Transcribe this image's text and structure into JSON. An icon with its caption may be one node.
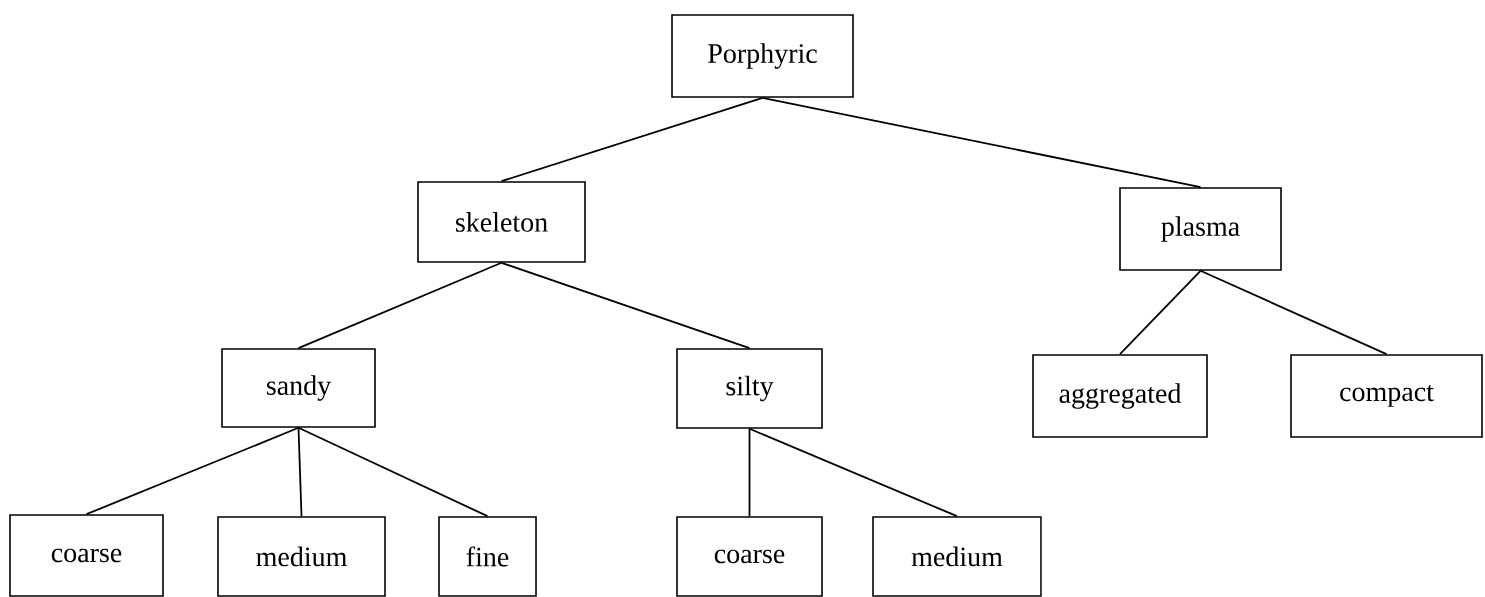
{
  "diagram": {
    "nodes": [
      {
        "text": [
          "Porphyric"
        ]
      },
      {
        "text": [
          "skeleton"
        ]
      },
      {
        "text": [
          "plasma"
        ]
      },
      {
        "text": [
          "sandy"
        ]
      },
      {
        "text": [
          "silty"
        ]
      },
      {
        "text": [
          "aggregated"
        ]
      },
      {
        "text": [
          "compact"
        ]
      },
      {
        "text": [
          "coarse"
        ]
      },
      {
        "text": [
          "medium"
        ]
      },
      {
        "text": [
          "fine"
        ]
      },
      {
        "text": [
          "coarse"
        ]
      },
      {
        "text": [
          "medium"
        ]
      }
    ],
    "edges": [
      {
        "from": 0,
        "to": 1,
        "arrow": "none"
      },
      {
        "from": 0,
        "to": 2,
        "arrow": "none"
      },
      {
        "from": 1,
        "to": 3,
        "arrow": "none"
      },
      {
        "from": 1,
        "to": 4,
        "arrow": "none"
      },
      {
        "from": 2,
        "to": 5,
        "arrow": "none"
      },
      {
        "from": 2,
        "to": 6,
        "arrow": "none"
      },
      {
        "from": 3,
        "to": 7,
        "arrow": "none"
      },
      {
        "from": 3,
        "to": 8,
        "arrow": "none"
      },
      {
        "from": 3,
        "to": 9,
        "arrow": "none"
      },
      {
        "from": 4,
        "to": 10,
        "arrow": "none"
      },
      {
        "from": 4,
        "to": 11,
        "arrow": "none"
      }
    ]
  }
}
